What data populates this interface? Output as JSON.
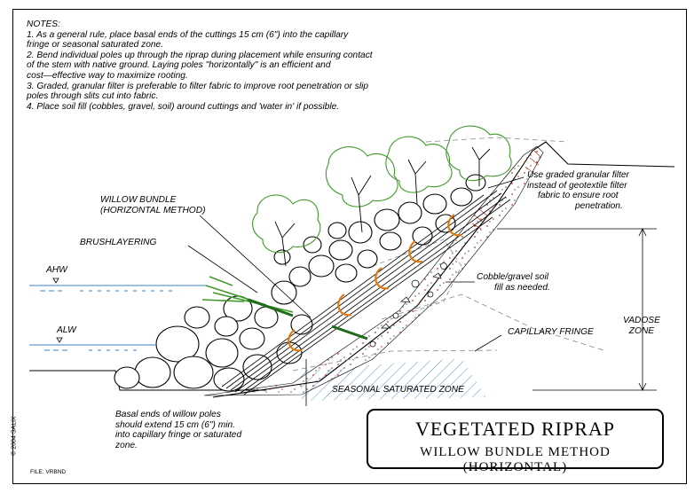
{
  "notes": {
    "title": "NOTES:",
    "lines": [
      "1. As a general rule, place basal ends of the cuttings 15 cm (6\") into the capillary",
      "fringe or seasonal saturated zone.",
      "2. Bend individual poles up through the riprap during placement while ensuring contact",
      "of the stem with native ground.  Laying poles \"horizontally\" is an efficient and",
      "cost—effective way to maximize rooting.",
      "3. Graded, granular filter is preferable to filter fabric to improve root penetration or slip",
      "poles through slits cut into fabric.",
      "4. Place soil fill (cobbles, gravel, soil) around cuttings and 'water in' if possible."
    ]
  },
  "labels": {
    "willow_bundle_1": "WILLOW BUNDLE",
    "willow_bundle_2": "(HORIZONTAL METHOD)",
    "brushlayering": "BRUSHLAYERING",
    "ahw": "AHW",
    "alw": "ALW",
    "filter_1": "Use graded granular filter",
    "filter_2": "instead of geotextile filter",
    "filter_3": "fabric to ensure root",
    "filter_4": "penetration.",
    "cobble_1": "Cobble/gravel soil",
    "cobble_2": "fill as needed.",
    "vadose_1": "VADOSE",
    "vadose_2": "ZONE",
    "capillary": "CAPILLARY FRINGE",
    "seasonal": "SEASONAL SATURATED ZONE",
    "basal_1": "Basal ends of willow poles",
    "basal_2": "should extend 15 cm (6\") min.",
    "basal_3": "into capillary fringe or saturated",
    "basal_4": "zone."
  },
  "title_block": {
    "title": "VEGETATED RIPRAP",
    "subtitle": "WILLOW BUNDLE METHOD (HORIZONTAL)"
  },
  "copyright": "© 2004 SALIX",
  "file": "FILE: VRBND",
  "colors": {
    "water": "#3a7fc8",
    "vegetation": "#3f9a2a",
    "tie": "#e07a10",
    "soil": "#b03a2a",
    "ink": "#000000"
  }
}
